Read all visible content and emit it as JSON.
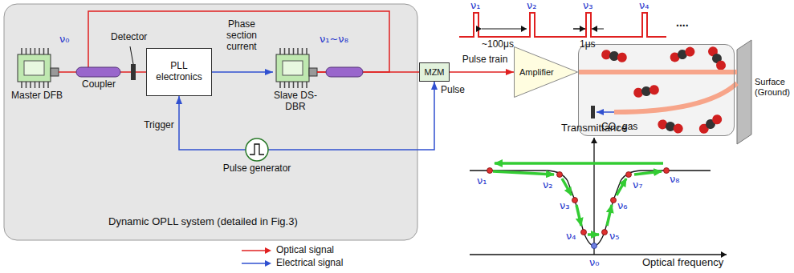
{
  "diagram": {
    "nodes": [
      {
        "text": [
          "Dynamic OPLL system (detailed in Fig.3)"
        ]
      },
      {
        "text": [
          "Master DFB"
        ],
        "in": 0
      },
      {
        "text": [
          "Coupler"
        ],
        "in": 0
      },
      {
        "text": [
          "PLL electronics"
        ],
        "in": 0
      },
      {
        "text": [
          "Slave DS-DBR"
        ],
        "in": 0
      },
      {
        "text": [
          "Pulse generator"
        ],
        "in": 0
      },
      {
        "text": [
          "MZM"
        ]
      },
      {
        "text": [
          "Amplifier"
        ]
      },
      {
        "text": [
          "CO₂ gas"
        ]
      },
      {
        "text": [
          "Surface (Ground)"
        ]
      }
    ],
    "edges": [
      {
        "from": 1,
        "to": 2,
        "arrow": "none"
      },
      {
        "from": 2,
        "to": 3,
        "arrow": "none"
      },
      {
        "from": 3,
        "to": 4,
        "label": "Phase section current",
        "arrow": "to"
      },
      {
        "from": 4,
        "to": 2,
        "arrow": "none"
      },
      {
        "from": 4,
        "to": 6,
        "arrow": "none"
      },
      {
        "from": 5,
        "to": 3,
        "label": "Trigger",
        "arrow": "to"
      },
      {
        "from": 5,
        "to": 6,
        "label": "Pulse",
        "arrow": "to"
      },
      {
        "from": 6,
        "to": 7,
        "label": "Pulse train",
        "arrow": "to"
      },
      {
        "from": 7,
        "to": 9,
        "arrow": "none"
      }
    ],
    "labels": [
      "ν₀",
      "Detector",
      "ν₁~ν₈",
      "ν₁",
      "ν₂",
      "ν₃",
      "ν₄",
      "~100μs",
      "1μs",
      "....",
      "Transmittance",
      "ν₁",
      "ν₂",
      "ν₃",
      "ν₄",
      "ν₅",
      "ν₆",
      "ν₇",
      "ν₈",
      "ν₀",
      "Optical frequency"
    ],
    "legend": [
      {
        "text": "Optical signal"
      },
      {
        "text": "Electrical signal"
      }
    ]
  }
}
